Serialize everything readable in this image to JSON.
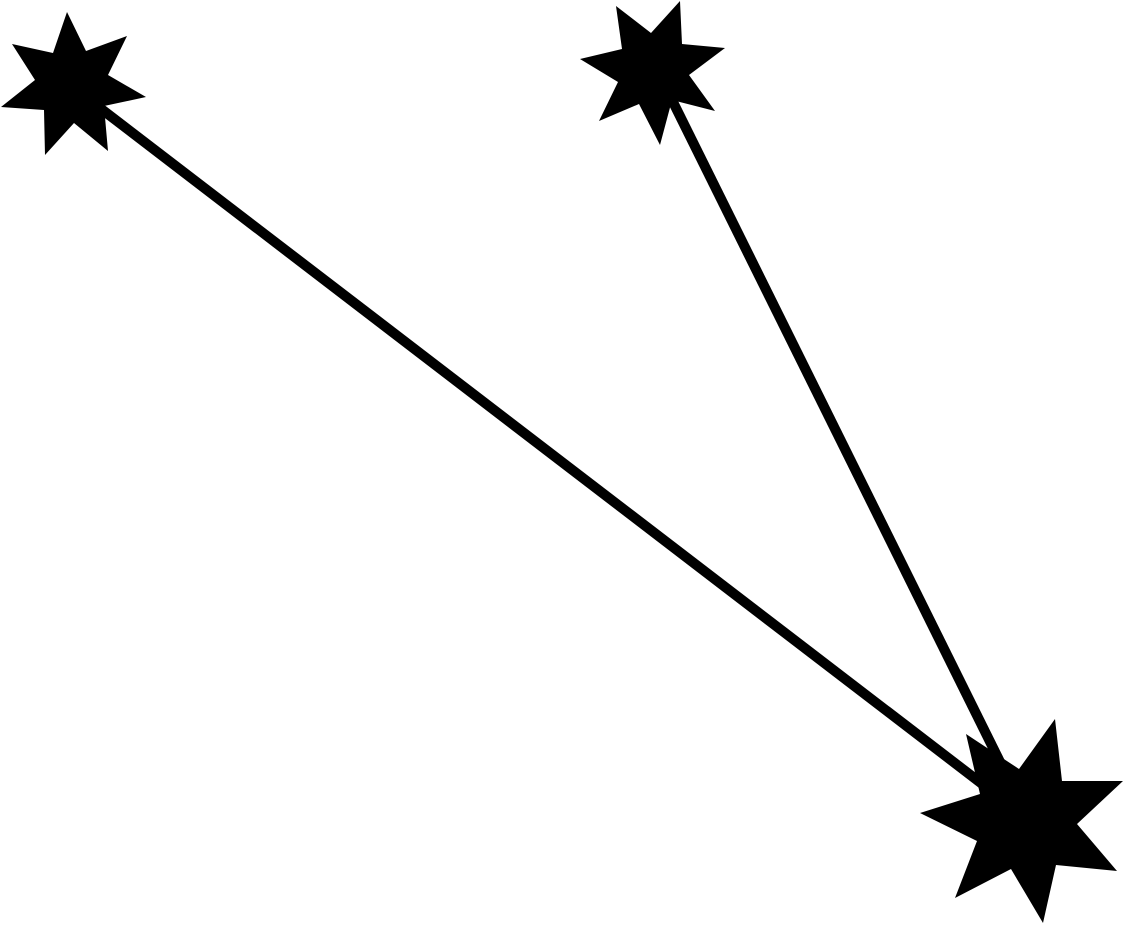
{
  "diagram": {
    "background_color": "#ffffff",
    "ink_color": "#000000",
    "nodes": [
      {
        "id": "top-left",
        "icon": "seven-point-star-icon"
      },
      {
        "id": "top-middle",
        "icon": "seven-point-star-icon"
      },
      {
        "id": "bottom-right",
        "icon": "seven-point-star-icon"
      }
    ],
    "edges": [
      {
        "from": "top-left",
        "to": "bottom-right"
      },
      {
        "from": "top-middle",
        "to": "bottom-right"
      }
    ]
  }
}
